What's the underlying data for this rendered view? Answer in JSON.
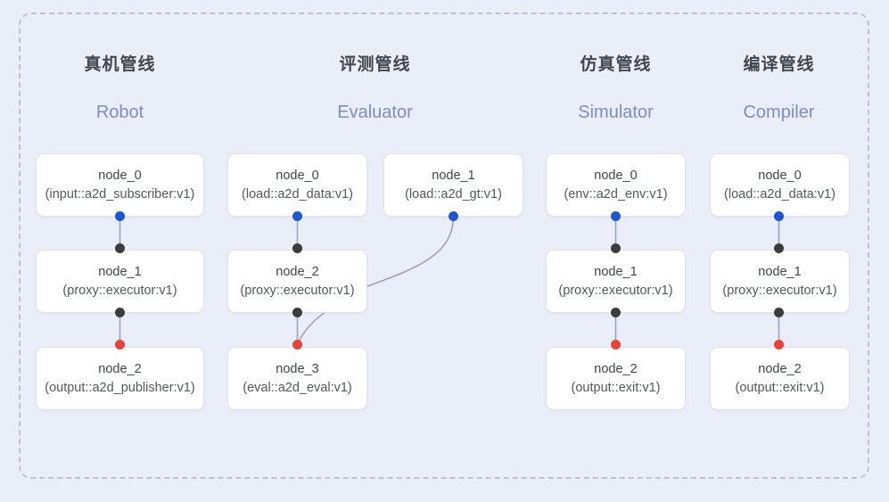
{
  "diagram": {
    "name": "pipeline-architecture-diagram",
    "panel_border_color": "#b9c2d4",
    "background_color": "#e9eef8",
    "colors": {
      "port_input": "#1a56d6",
      "port_intermediate": "#3c3c3c",
      "port_output": "#ea4335",
      "edge": "#9aa3b5",
      "node_fill": "#ffffff",
      "node_border": "#e0e3ea",
      "title_cn": "#40474f",
      "title_en": "#7d8dc4"
    }
  },
  "columns": [
    {
      "id": "robot",
      "title_cn": "真机管线",
      "title_en": "Robot",
      "nodes": [
        {
          "name": "node_0",
          "type": "(input::a2d_subscriber:v1)"
        },
        {
          "name": "node_1",
          "type": "(proxy::executor:v1)"
        },
        {
          "name": "node_2",
          "type": "(output::a2d_publisher:v1)"
        }
      ]
    },
    {
      "id": "evaluator",
      "title_cn": "评测管线",
      "title_en": "Evaluator",
      "nodes": [
        {
          "name": "node_0",
          "type": "(load::a2d_data:v1)"
        },
        {
          "name": "node_2",
          "type": "(proxy::executor:v1)"
        },
        {
          "name": "node_3",
          "type": "(eval::a2d_eval:v1)"
        },
        {
          "name": "node_1",
          "type": "(load::a2d_gt:v1)"
        }
      ]
    },
    {
      "id": "simulator",
      "title_cn": "仿真管线",
      "title_en": "Simulator",
      "nodes": [
        {
          "name": "node_0",
          "type": "(env::a2d_env:v1)"
        },
        {
          "name": "node_1",
          "type": "(proxy::executor:v1)"
        },
        {
          "name": "node_2",
          "type": "(output::exit:v1)"
        }
      ]
    },
    {
      "id": "compiler",
      "title_cn": "编译管线",
      "title_en": "Compiler",
      "nodes": [
        {
          "name": "node_0",
          "type": "(load::a2d_data:v1)"
        },
        {
          "name": "node_1",
          "type": "(proxy::executor:v1)"
        },
        {
          "name": "node_2",
          "type": "(output::exit:v1)"
        }
      ]
    }
  ]
}
